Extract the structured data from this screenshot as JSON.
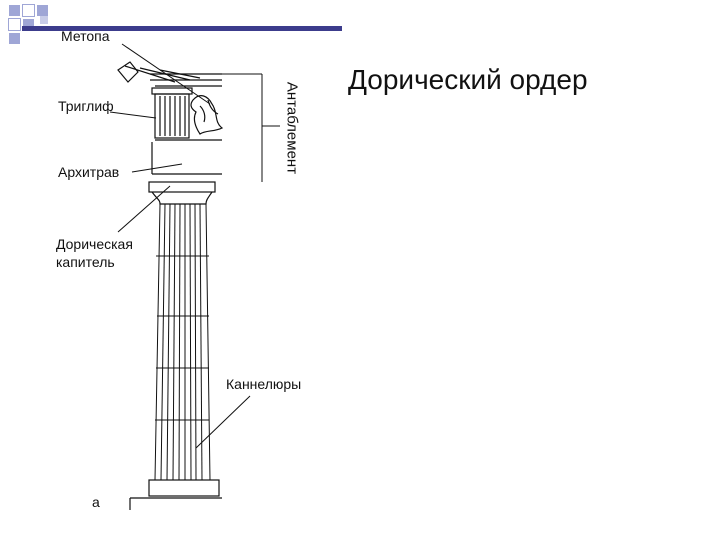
{
  "slide": {
    "title": "Дорический ордер",
    "accent_color": "#3c3c8c",
    "square_fill": "#9fa6d6"
  },
  "diagram": {
    "labels": {
      "metope": "Метопа",
      "triglyph": "Триглиф",
      "architrave": "Архитрав",
      "capital_line1": "Дорическая",
      "capital_line2": "капитель",
      "flutes": "Каннелюры",
      "entablature": "Антаблемент",
      "figure_letter": "а"
    }
  }
}
